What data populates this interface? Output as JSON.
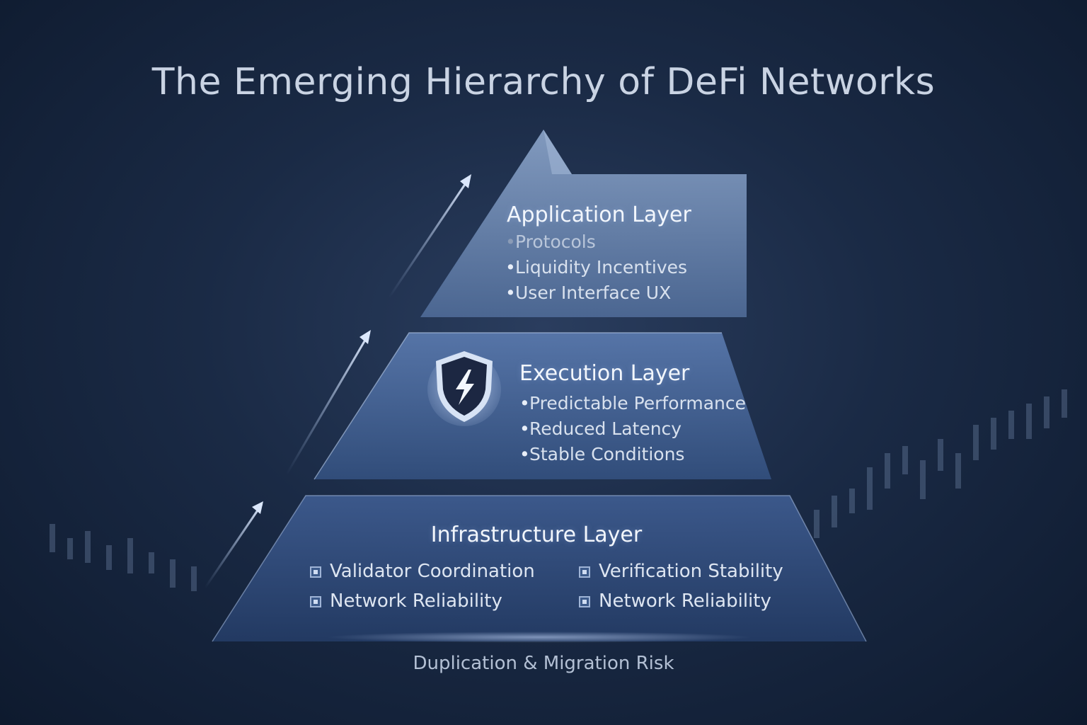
{
  "title": "The Emerging Hierarchy of DeFi Networks",
  "layers": {
    "application": {
      "label": "Application Layer",
      "items": [
        "Protocols",
        "Liquidity Incentives",
        "User Interface UX"
      ]
    },
    "execution": {
      "label": "Execution Layer",
      "icon": "shield-lightning-icon",
      "items": [
        "Predictable Performance",
        "Reduced Latency",
        "Stable Conditions"
      ]
    },
    "infrastructure": {
      "label": "Infrastructure Layer",
      "items": [
        "Validator Coordination",
        "Verification Stability",
        "Network Reliability",
        "Network Reliability"
      ]
    }
  },
  "footer": "Duplication & Migration Risk",
  "colors": {
    "background": "#1a2a45",
    "accent": "#9fb8e0",
    "text": "#e6ecf6"
  }
}
